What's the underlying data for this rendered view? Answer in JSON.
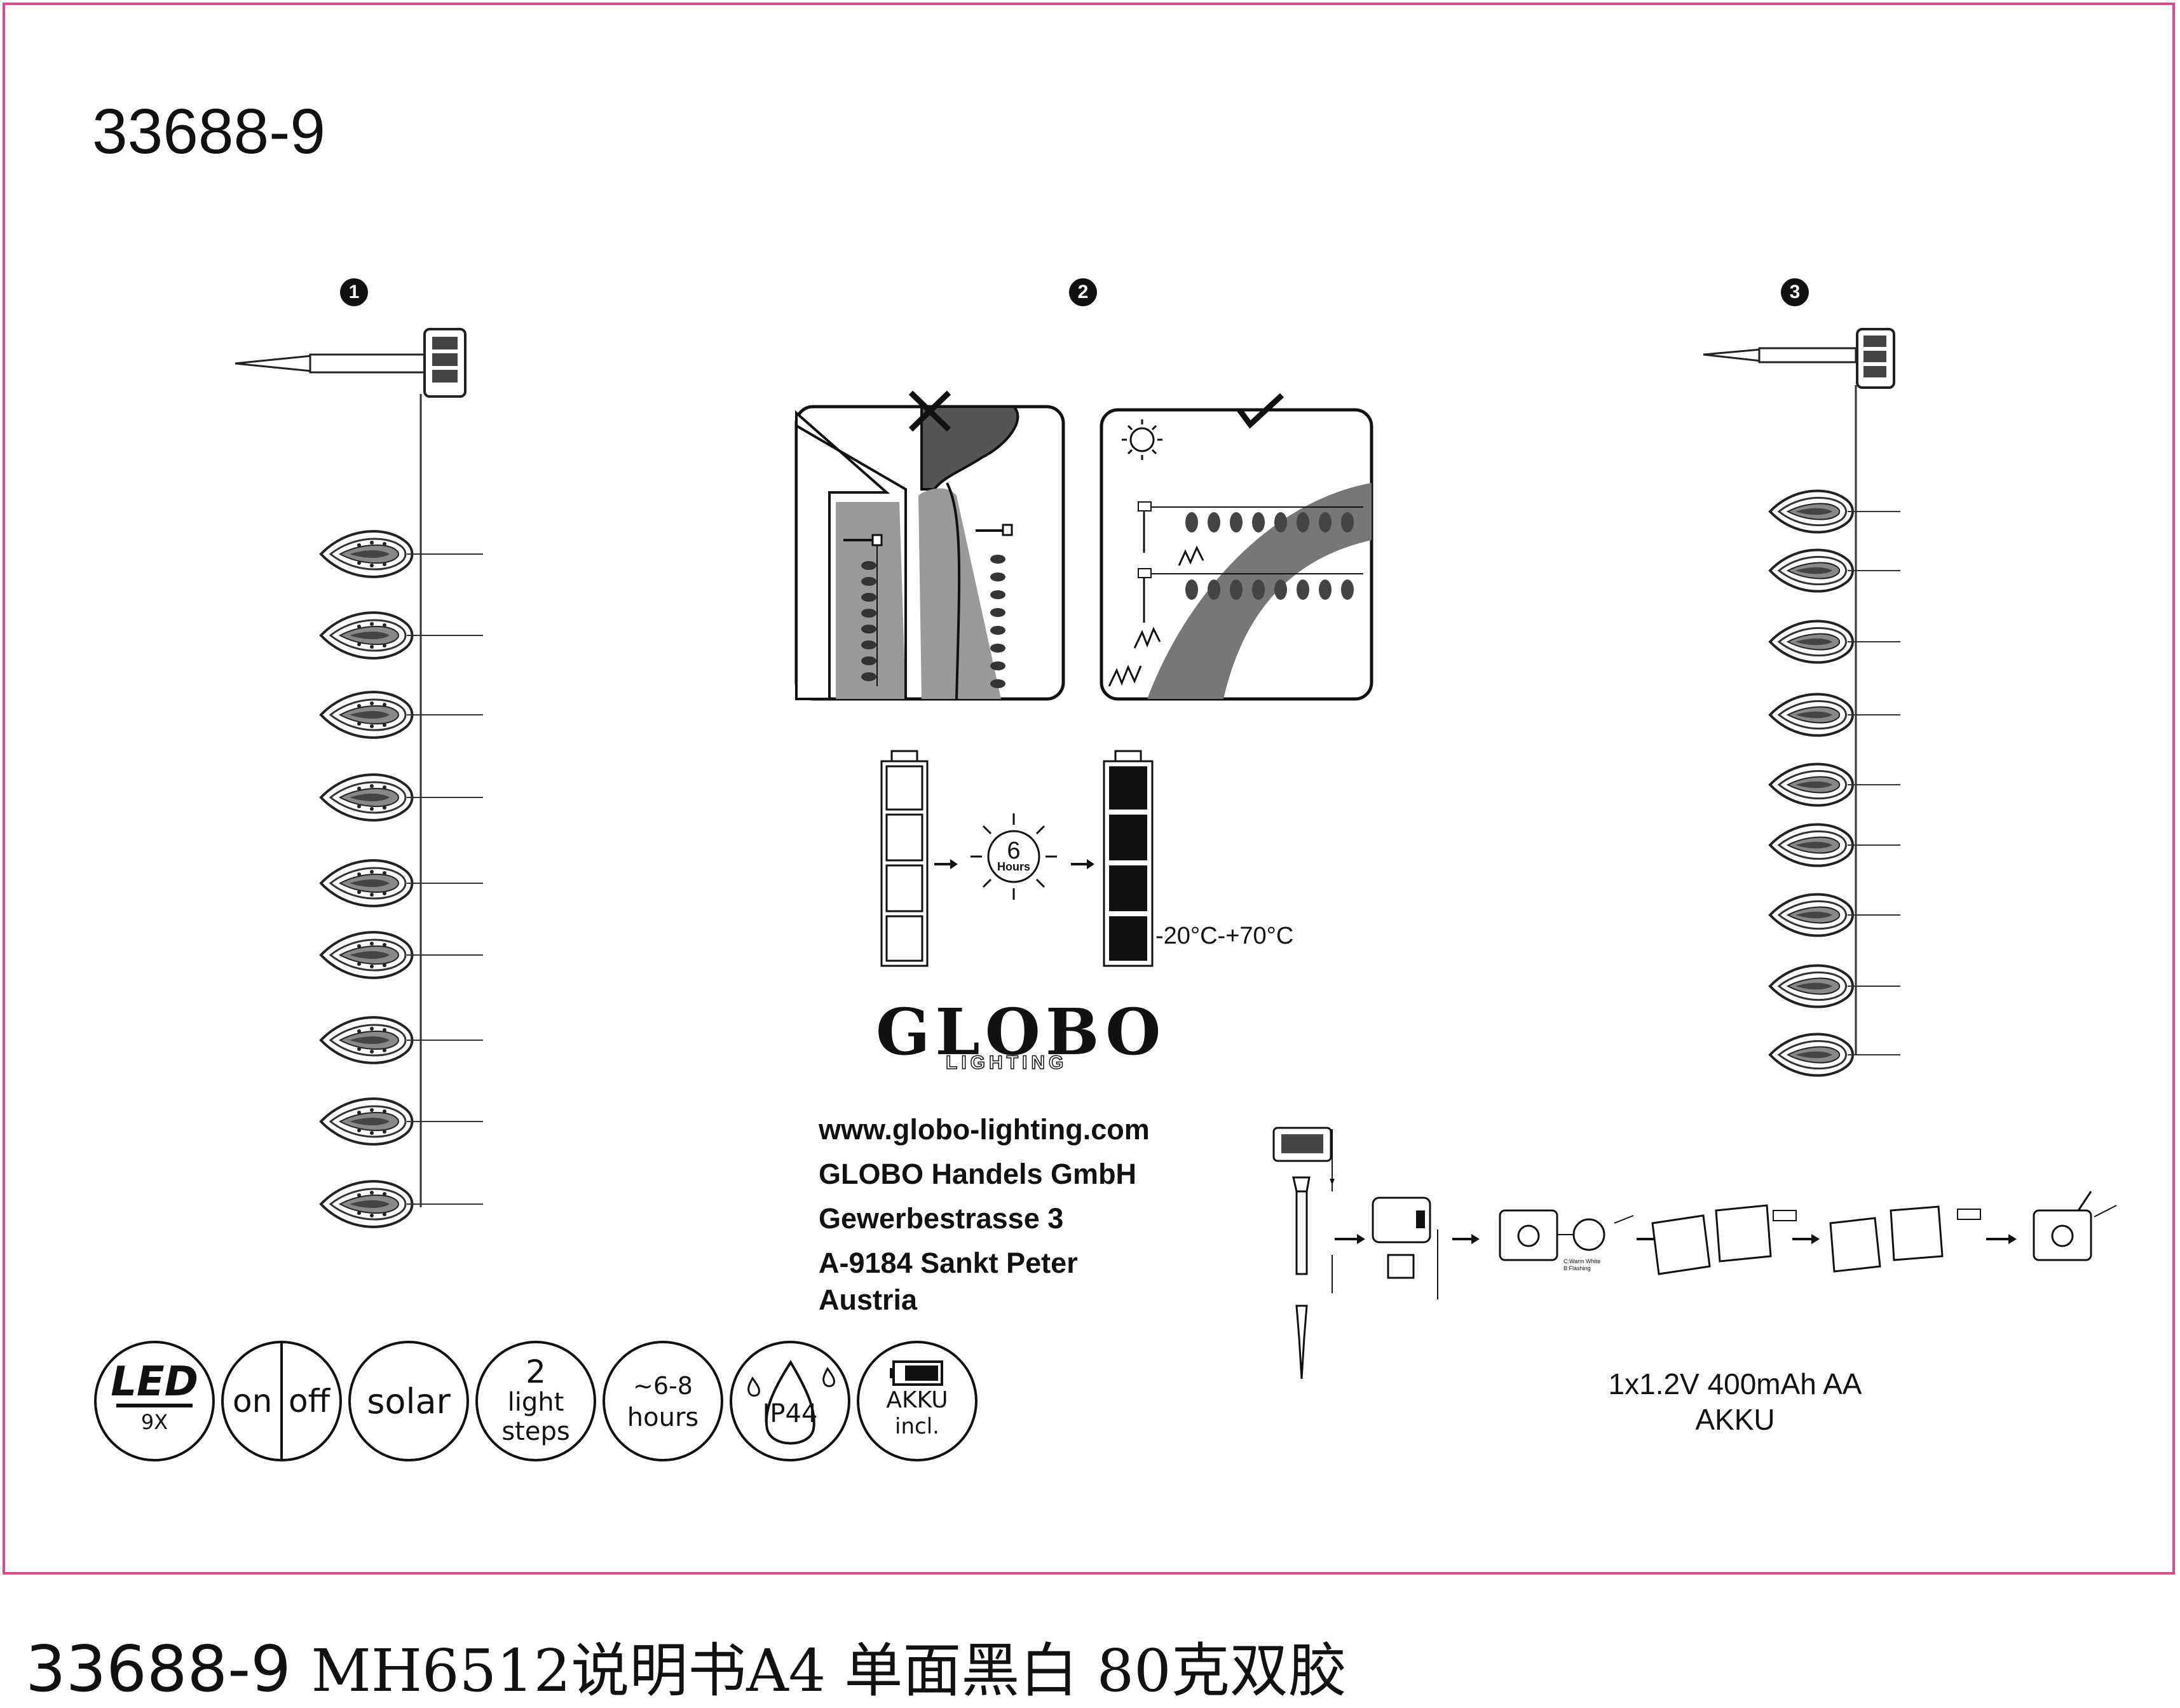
{
  "product_code": "33688-9",
  "steps": [
    "1",
    "2",
    "3"
  ],
  "charge": {
    "hours_number": "6",
    "hours_label": "Hours",
    "temperature_range": "-20°C-+70°C"
  },
  "brand": {
    "name": "GLOBO",
    "sub": "LIGHTING"
  },
  "contact": {
    "website": "www.globo-lighting.com",
    "company": "GLOBO Handels GmbH",
    "street": "Gewerbestrasse 3",
    "city": "A-9184 Sankt Peter",
    "country": "Austria"
  },
  "icons": {
    "led_label": "LED",
    "led_count": "9X",
    "on": "on",
    "off": "off",
    "solar": "solar",
    "steps_number": "2",
    "steps_line1": "light",
    "steps_line2": "steps",
    "hours_line1": "~6-8",
    "hours_line2": "hours",
    "ip_rating": "IP44",
    "akku_line1": "AKKU",
    "akku_line2": "incl."
  },
  "battery_replacement": {
    "mode_line1": "C:Warm White",
    "mode_line2": "B:Flashing",
    "battery_spec": "1x1.2V 400mAh AA",
    "battery_word": "AKKU"
  },
  "footer": {
    "code": "33688-9",
    "description": "MH6512说明书A4 单面黑白 80克双胶"
  }
}
